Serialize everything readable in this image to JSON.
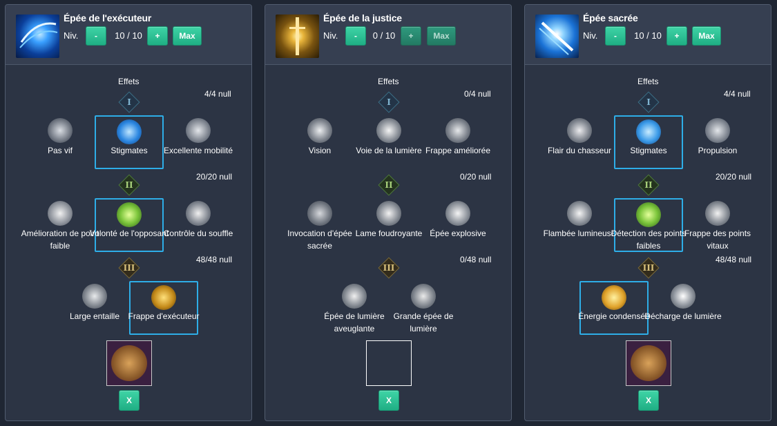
{
  "panels": [
    {
      "title": "Épée de l'exécuteur",
      "level_label": "Niv.",
      "minus": "-",
      "level": "10 / 10",
      "plus": "+",
      "max": "Max",
      "effects_label": "Effets",
      "tiers": [
        {
          "numeral": "I",
          "count": "4/4 null",
          "nodes": [
            {
              "label": "Pas vif",
              "icon": "dash-icon"
            },
            {
              "label": "Stigmates",
              "icon": "blue-wave-icon",
              "selected": true
            },
            {
              "label": "Excellente mobilité",
              "icon": "sprint-icon"
            }
          ]
        },
        {
          "numeral": "II",
          "count": "20/20 null",
          "nodes": [
            {
              "label": "Amélioration de point faible",
              "icon": "shield-break-icon"
            },
            {
              "label": "Volonté de l'opposant",
              "icon": "green-skull-icon",
              "selected": true
            },
            {
              "label": "Contrôle du souffle",
              "icon": "sword-slash-icon"
            }
          ]
        },
        {
          "numeral": "III",
          "count": "48/48 null",
          "nodes": [
            {
              "label": "Large entaille",
              "icon": "wide-slash-icon"
            },
            {
              "label": "Frappe d'exécuteur",
              "icon": "crossed-swords-icon",
              "selected": true
            }
          ]
        }
      ],
      "rune": "rune-icon",
      "remove": "X"
    },
    {
      "title": "Épée de la justice",
      "level_label": "Niv.",
      "minus": "-",
      "level": "0 / 10",
      "plus": "+",
      "max": "Max",
      "effects_label": "Effets",
      "tiers": [
        {
          "numeral": "I",
          "count": "0/4 null",
          "nodes": [
            {
              "label": "Vision",
              "icon": "eye-icon"
            },
            {
              "label": "Voie de la lumière",
              "icon": "light-dash-icon"
            },
            {
              "label": "Frappe améliorée",
              "icon": "book-icon"
            }
          ]
        },
        {
          "numeral": "II",
          "count": "0/20 null",
          "nodes": [
            {
              "label": "Invocation d'épée sacrée",
              "icon": "summon-circle-icon"
            },
            {
              "label": "Lame foudroyante",
              "icon": "lightning-icon"
            },
            {
              "label": "Épée explosive",
              "icon": "explosion-icon"
            }
          ]
        },
        {
          "numeral": "III",
          "count": "0/48 null",
          "nodes": [
            {
              "label": "Épée de lumière aveuglante",
              "icon": "light-burst-icon"
            },
            {
              "label": "Grande épée de lumière",
              "icon": "compass-icon"
            }
          ]
        }
      ],
      "rune": "",
      "remove": "X"
    },
    {
      "title": "Épée sacrée",
      "level_label": "Niv.",
      "minus": "-",
      "level": "10 / 10",
      "plus": "+",
      "max": "Max",
      "effects_label": "Effets",
      "tiers": [
        {
          "numeral": "I",
          "count": "4/4 null",
          "nodes": [
            {
              "label": "Flair du chasseur",
              "icon": "sword-altar-icon"
            },
            {
              "label": "Stigmates",
              "icon": "blue-splash-icon",
              "selected": true
            },
            {
              "label": "Propulsion",
              "icon": "sprint-icon"
            }
          ]
        },
        {
          "numeral": "II",
          "count": "20/20 null",
          "nodes": [
            {
              "label": "Flambée lumineuse",
              "icon": "light-dash-icon"
            },
            {
              "label": "Détection des points faibles",
              "icon": "green-skull-icon",
              "selected": true
            },
            {
              "label": "Frappe des points vitaux",
              "icon": "lightning-icon"
            }
          ]
        },
        {
          "numeral": "III",
          "count": "48/48 null",
          "nodes": [
            {
              "label": "Énergie condensée",
              "icon": "gold-burst-icon",
              "selected": true
            },
            {
              "label": "Décharge de lumière",
              "icon": "sparkle-icon"
            }
          ]
        }
      ],
      "rune": "rune-icon",
      "remove": "X"
    }
  ]
}
